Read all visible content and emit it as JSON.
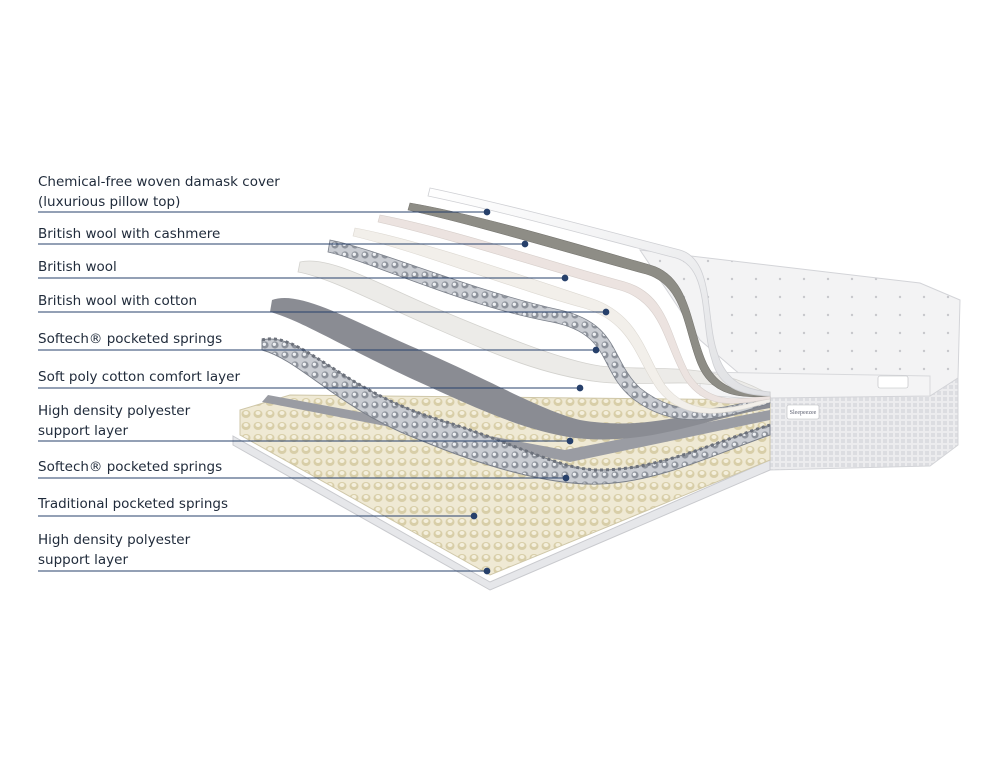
{
  "product": {
    "brand_badge": "Sleepeezee"
  },
  "layers": [
    {
      "lines": [
        "Chemical-free woven damask cover",
        "(luxurious pillow top)"
      ]
    },
    {
      "lines": [
        "British wool with cashmere"
      ]
    },
    {
      "lines": [
        "British wool"
      ]
    },
    {
      "lines": [
        "British wool with cotton"
      ]
    },
    {
      "lines": [
        "Softech® pocketed springs"
      ]
    },
    {
      "lines": [
        "Soft poly cotton comfort layer"
      ]
    },
    {
      "lines": [
        "High density polyester",
        "support layer"
      ]
    },
    {
      "lines": [
        "Softech® pocketed springs"
      ]
    },
    {
      "lines": [
        "Traditional pocketed springs"
      ]
    },
    {
      "lines": [
        "High density polyester",
        "support layer"
      ]
    }
  ],
  "colors": {
    "leader_line": "#27406b",
    "label_text": "#1f2a3a",
    "spring_traditional": "#e4dcc0",
    "spring_softech": "#b9bdc4",
    "wool": "#f1ede8",
    "wool_cashmere": "#8c8b84",
    "cover": "#f7f7f7",
    "support_layer": "#8f9198"
  }
}
